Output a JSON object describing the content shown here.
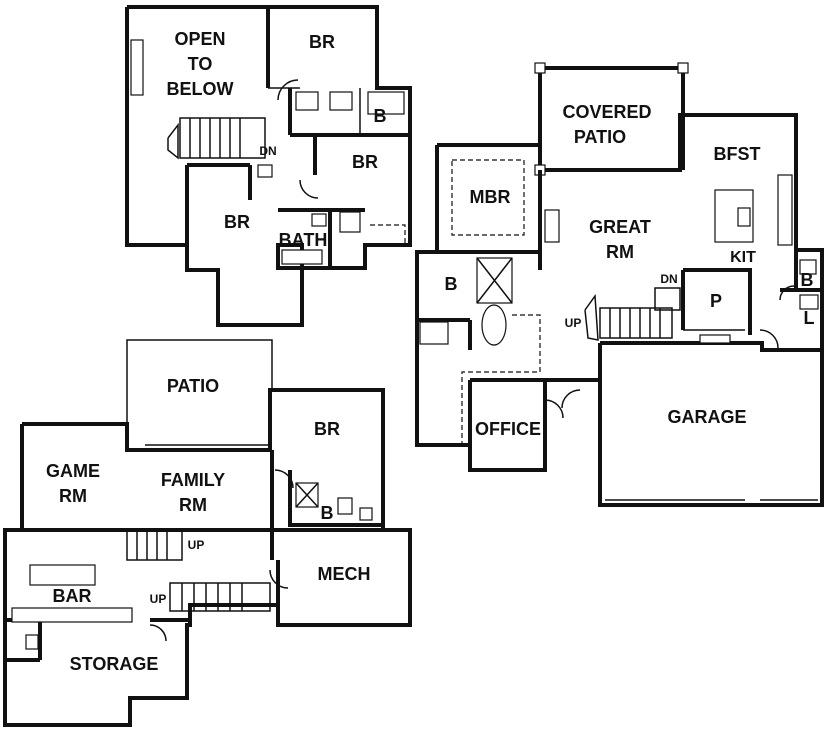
{
  "upper_floor": {
    "rooms": {
      "open_to_below": [
        "OPEN",
        "TO",
        "BELOW"
      ],
      "br_top": "BR",
      "bath_b": "B",
      "br_mid": "BR",
      "br_left": "BR",
      "bath": "BATH"
    },
    "stair_label": "DN"
  },
  "main_floor": {
    "rooms": {
      "covered_patio": [
        "COVERED",
        "PATIO"
      ],
      "bfst": "BFST",
      "mbr": "MBR",
      "great_rm": [
        "GREAT",
        "RM"
      ],
      "kit": "KIT",
      "master_bath": "B",
      "pantry": "P",
      "half_bath": "B",
      "laundry": "L",
      "office": "OFFICE",
      "garage": "GARAGE"
    },
    "stair_up": "UP",
    "stair_down": "DN"
  },
  "lower_floor": {
    "rooms": {
      "patio": "PATIO",
      "br": "BR",
      "game_rm": [
        "GAME",
        "RM"
      ],
      "family_rm": [
        "FAMILY",
        "RM"
      ],
      "bath_b": "B",
      "mech": "MECH",
      "bar": "BAR",
      "storage": "STORAGE"
    },
    "stair_up_1": "UP",
    "stair_up_2": "UP"
  }
}
